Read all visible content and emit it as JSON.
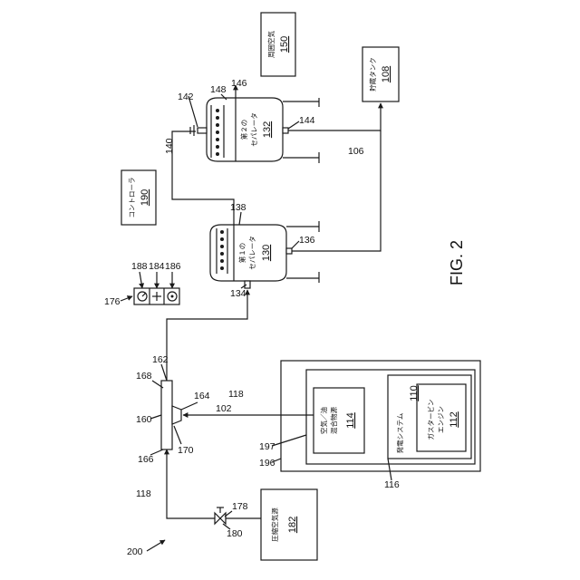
{
  "figure": {
    "label": "FIG. 2",
    "ref": "200"
  },
  "components": {
    "storage_tank": {
      "label": "貯蔵タンク",
      "ref": "108"
    },
    "ambient_air": {
      "label": "周囲空気",
      "ref": "150"
    },
    "controller": {
      "label": "コントローラ",
      "ref": "190"
    },
    "second_separator": {
      "label_line1": "第２の",
      "label_line2": "セパレータ",
      "ref": "132"
    },
    "first_separator": {
      "label_line1": "第１の",
      "label_line2": "セパレータ",
      "ref": "130"
    },
    "air_oil_mixture": {
      "label_line1": "空気／油",
      "label_line2": "混合物源",
      "ref": "114"
    },
    "power_system": {
      "label": "発電システム",
      "ref": "110"
    },
    "gas_turbine": {
      "label_line1": "ガスタービン",
      "label_line2": "エンジン",
      "ref": "112"
    },
    "compressed_air": {
      "label": "圧縮空気源",
      "ref": "182"
    }
  },
  "refs": {
    "r102": "102",
    "r106": "106",
    "r116": "116",
    "r118a": "118",
    "r118b": "118",
    "r134": "134",
    "r136": "136",
    "r138": "138",
    "r140": "140",
    "r142": "142",
    "r144": "144",
    "r146": "146",
    "r148": "148",
    "r160": "160",
    "r162": "162",
    "r164": "164",
    "r166": "166",
    "r168": "168",
    "r170": "170",
    "r176": "176",
    "r178": "178",
    "r180": "180",
    "r184": "184",
    "r186": "186",
    "r188": "188",
    "r196": "196",
    "r197": "197"
  }
}
